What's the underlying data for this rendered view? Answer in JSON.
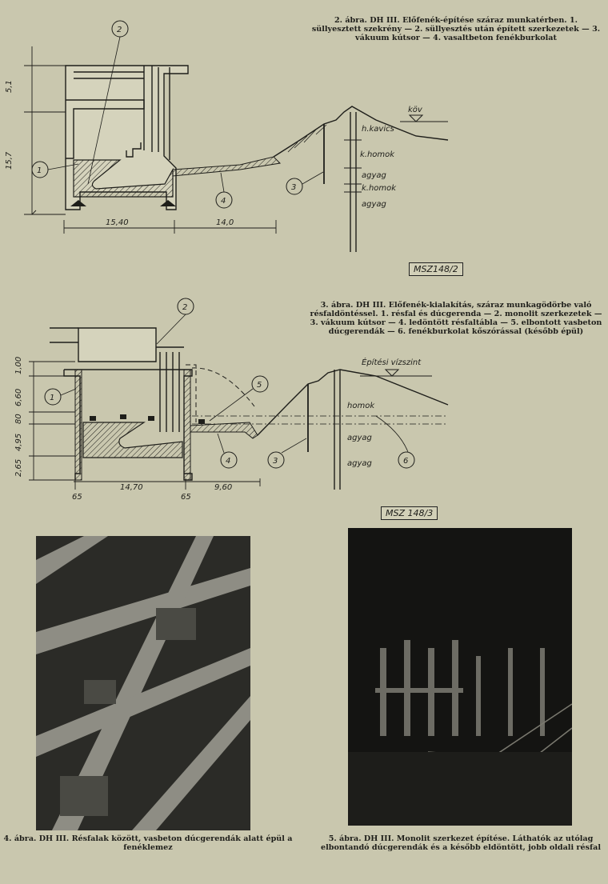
{
  "fig2": {
    "caption": "2. ábra. DH III. Előfenék-építése száraz munkatérben. 1. süllyesztett szekrény — 2. süllyesztés után épített szerkezetek — 3. vákuum kútsor — 4. vasaltbeton fenékburkolat",
    "stamp": "MSZ148/2",
    "dims": {
      "h1": "5,1",
      "h2": "15,7",
      "w1": "15,40",
      "w2": "14,0"
    },
    "callouts": [
      "1",
      "2",
      "3",
      "4"
    ],
    "soil": {
      "kov": "köv",
      "kavics": "h.kavics",
      "homok": "k.homok",
      "agyag1": "agyag",
      "khomok": "k.homok",
      "agyag2": "agyag"
    }
  },
  "fig3": {
    "caption": "3. ábra. DH III. Előfenék-kialakítás, száraz munkagödörbe való résfaldöntéssel. 1. résfal és dúcgerenda — 2. monolit szerkezetek — 3. vákuum kútsor — 4. ledöntött résfaltábla — 5. elbontott vasbeton dúcgerendák — 6. fenékburkolat kőszórással (később épül)",
    "stamp": "MSZ 148/3",
    "dims": {
      "d1": "1,00",
      "d2": "6,60",
      "d3": "80",
      "d4": "4,95",
      "d5": "2,65",
      "w1": "14,70",
      "w2": "9,60",
      "b1": "65",
      "b2": "65"
    },
    "callouts": [
      "1",
      "2",
      "3",
      "4",
      "5",
      "6"
    ],
    "soil": {
      "level": "Építési vízszint",
      "homok": "homok",
      "agyag1": "agyag",
      "agyag2": "agyag"
    }
  },
  "fig4": {
    "caption": "4. ábra. DH III. Résfalak között, vasbeton dúcgerendák alatt épül a fenéklemez"
  },
  "fig5": {
    "caption": "5. ábra. DH III. Monolit szerkezet építése. Láthatók az utólag elbontandó dúcgerendák és a később eldöntött, jobb oldali résfal"
  }
}
